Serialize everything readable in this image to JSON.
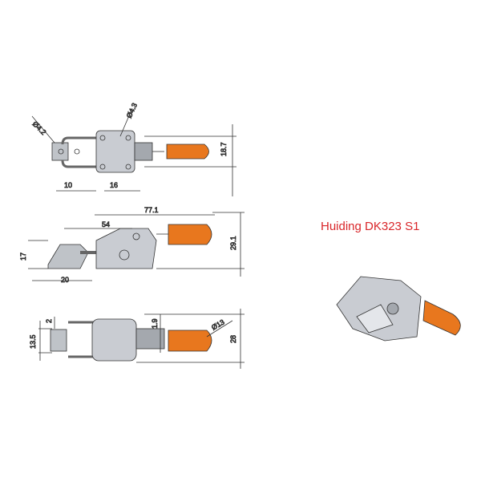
{
  "title": "Huiding DK323 S1",
  "colors": {
    "handle": "#e8771e",
    "metal": "#8a8e96",
    "title": "#d9262a"
  },
  "top_view": {
    "d1": "Ø4.2",
    "d2": "Ø4.3",
    "w1": "10",
    "w2": "16",
    "h": "18.7"
  },
  "side_view": {
    "len": "77.1",
    "len2": "54",
    "h": "17",
    "w": "20",
    "h2": "29.1"
  },
  "front_view": {
    "h1": "13.5",
    "h2": "2",
    "h3": "1.9",
    "d": "Ø13",
    "h4": "28"
  }
}
